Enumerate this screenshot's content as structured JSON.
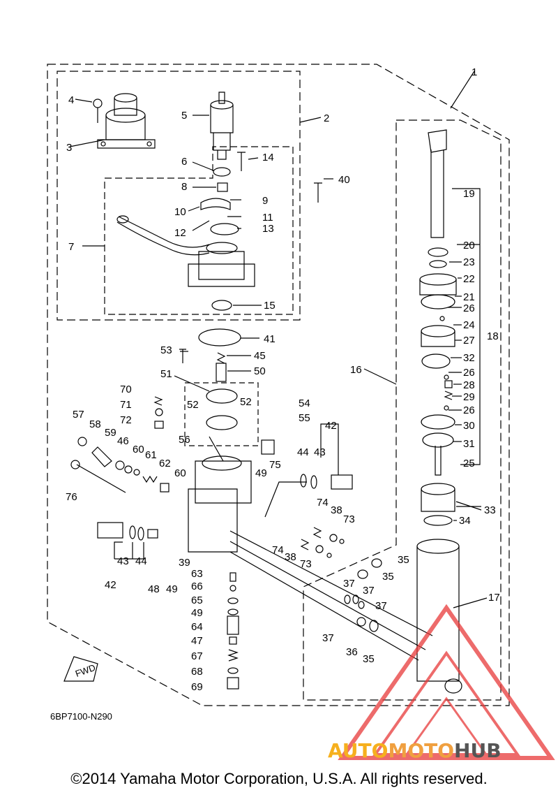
{
  "diagram": {
    "code": "6BP7100-N290",
    "fwd_label": "FWD",
    "callouts": [
      "1",
      "2",
      "3",
      "4",
      "5",
      "6",
      "7",
      "8",
      "9",
      "10",
      "11",
      "12",
      "13",
      "14",
      "15",
      "16",
      "17",
      "18",
      "19",
      "20",
      "21",
      "22",
      "23",
      "24",
      "25",
      "26",
      "27",
      "28",
      "29",
      "30",
      "31",
      "32",
      "33",
      "34",
      "35",
      "36",
      "37",
      "38",
      "39",
      "40",
      "41",
      "42",
      "43",
      "44",
      "45",
      "46",
      "47",
      "48",
      "49",
      "50",
      "51",
      "52",
      "53",
      "54",
      "55",
      "56",
      "57",
      "58",
      "59",
      "60",
      "61",
      "62",
      "63",
      "64",
      "65",
      "66",
      "67",
      "68",
      "69",
      "70",
      "71",
      "72",
      "73",
      "74",
      "75",
      "76"
    ]
  },
  "watermark": {
    "part1": "AUTO",
    "part2": "MOTO",
    "part3": "HUB",
    "color_triangle": "#e83a3a"
  },
  "copyright": "©2014 Yamaha Motor Corporation, U.S.A. All rights reserved."
}
